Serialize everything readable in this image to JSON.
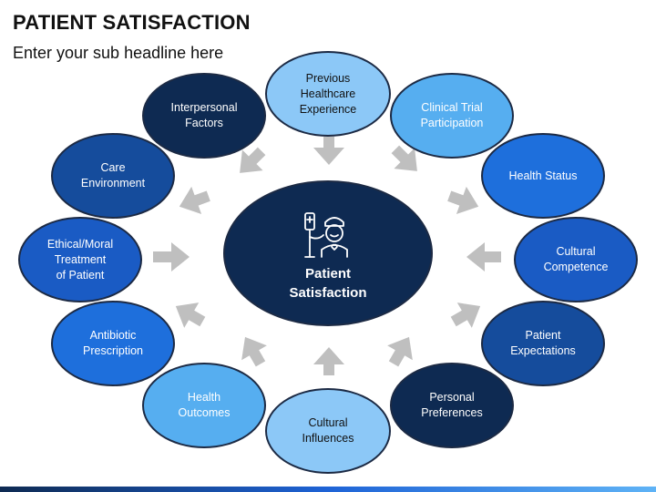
{
  "title": "PATIENT SATISFACTION",
  "subtitle": "Enter your sub headline here",
  "center": {
    "label": "Patient\nSatisfaction",
    "icon": "patient-icon"
  },
  "nodes": [
    {
      "label": "Previous\nHealthcare\nExperience",
      "color": "#8cc8f7",
      "text_color": "#111111"
    },
    {
      "label": "Clinical Trial\nParticipation",
      "color": "#56aef0",
      "text_color": "#ffffff"
    },
    {
      "label": "Health Status",
      "color": "#1e6fdc",
      "text_color": "#ffffff"
    },
    {
      "label": "Cultural\nCompetence",
      "color": "#1a5bc4",
      "text_color": "#ffffff"
    },
    {
      "label": "Patient\nExpectations",
      "color": "#154c9c",
      "text_color": "#ffffff"
    },
    {
      "label": "Personal\nPreferences",
      "color": "#0e2a52",
      "text_color": "#ffffff"
    },
    {
      "label": "Cultural\nInfluences",
      "color": "#8cc8f7",
      "text_color": "#111111"
    },
    {
      "label": "Health\nOutcomes",
      "color": "#56aef0",
      "text_color": "#ffffff"
    },
    {
      "label": "Antibiotic\nPrescription",
      "color": "#1e6fdc",
      "text_color": "#ffffff"
    },
    {
      "label": "Ethical/Moral\nTreatment\nof Patient",
      "color": "#1a5bc4",
      "text_color": "#ffffff"
    },
    {
      "label": "Care\nEnvironment",
      "color": "#154c9c",
      "text_color": "#ffffff"
    },
    {
      "label": "Interpersonal\nFactors",
      "color": "#0e2a52",
      "text_color": "#ffffff"
    }
  ]
}
